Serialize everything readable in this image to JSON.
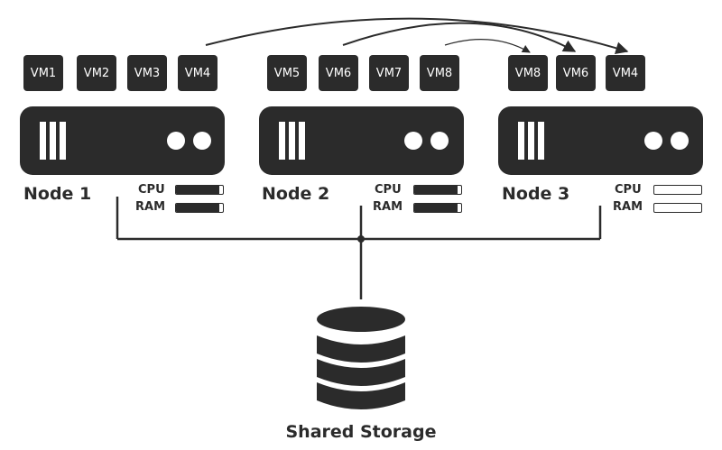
{
  "colors": {
    "dark": "#2b2b2b",
    "light": "#ffffff"
  },
  "nodes": [
    {
      "label": "Node 1",
      "vms": [
        "VM1",
        "VM2",
        "VM3",
        "VM4"
      ],
      "cpu_label": "CPU",
      "ram_label": "RAM",
      "cpu_usage": 0.92,
      "ram_usage": 0.92
    },
    {
      "label": "Node 2",
      "vms": [
        "VM5",
        "VM6",
        "VM7",
        "VM8"
      ],
      "cpu_label": "CPU",
      "ram_label": "RAM",
      "cpu_usage": 0.92,
      "ram_usage": 0.92
    },
    {
      "label": "Node 3",
      "vms": [
        "VM8",
        "VM6",
        "VM4"
      ],
      "cpu_label": "CPU",
      "ram_label": "RAM",
      "cpu_usage": 0.0,
      "ram_usage": 0.0
    }
  ],
  "migrations": [
    {
      "from": "VM4",
      "to": "VM4"
    },
    {
      "from": "VM6",
      "to": "VM6"
    },
    {
      "from": "VM8",
      "to": "VM8"
    }
  ],
  "storage": {
    "label": "Shared Storage",
    "icon": "database-icon"
  }
}
